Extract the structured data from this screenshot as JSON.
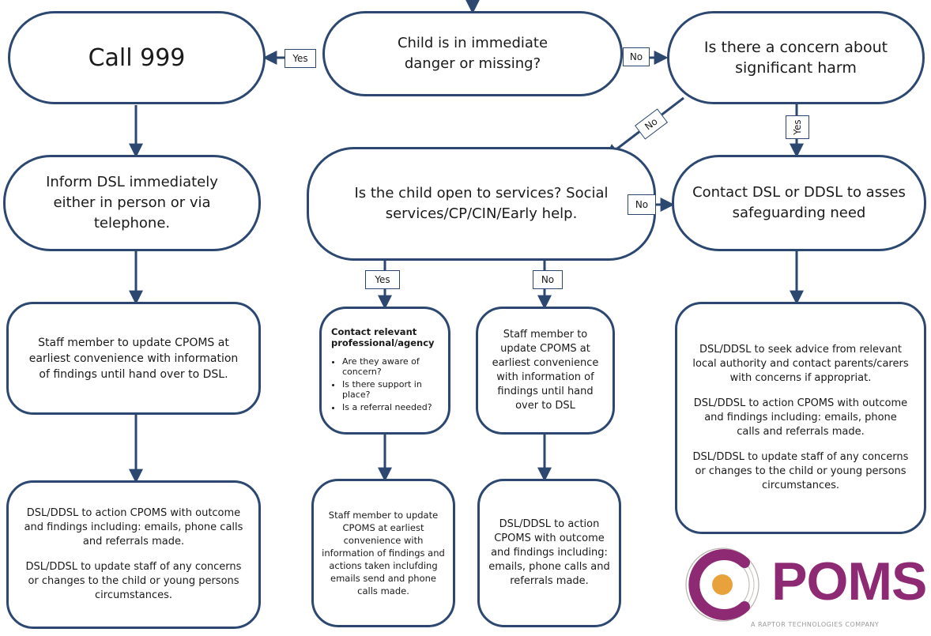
{
  "nodes": {
    "call999": "Call 999",
    "immediate_danger": "Child is in immediate danger or missing?",
    "significant_harm": "Is there a concern about significant harm",
    "inform_dsl": "Inform DSL immediately either in person or via telephone.",
    "open_to_services": "Is the child open to services? Social services/CP/CIN/Early help.",
    "contact_dsl_ddsl": "Contact DSL or DDSL to asses safeguarding need",
    "staff_update_left": "Staff member to update CPOMS at earliest convenience with information of findings until hand over to DSL.",
    "contact_professional_title": "Contact relevant professional/agency",
    "contact_professional_bullets": [
      "Are they aware of concern?",
      "Is there support in place?",
      "Is a referral needed?"
    ],
    "staff_update_mid": "Staff member to update CPOMS at earliest convenience with information of findings until hand over to DSL",
    "seek_advice_p1": "DSL/DDSL to seek advice from relevant local authority and contact parents/carers with concerns if appropriat.",
    "seek_advice_p2": "DSL/DDSL to action CPOMS with outcome and findings including: emails, phone calls and referrals made.",
    "seek_advice_p3": "DSL/DDSL to update staff of any concerns or changes to the child or young persons circumstances.",
    "action_left_p1": "DSL/DDSL to action CPOMS with outcome and findings including: emails, phone calls and referrals made.",
    "action_left_p2": "DSL/DDSL to update staff of any concerns or changes to the child or young persons circumstances.",
    "staff_update_emails": "Staff member to update CPOMS at earliest convenience with information of findings and actions taken inclufding emails send and phone calls made.",
    "action_mid": "DSL/DDSL to action CPOMS with outcome and findings including: emails, phone calls and referrals made."
  },
  "labels": {
    "yes_call999": "Yes",
    "no_significant": "No",
    "no_open_services": "No",
    "yes_contact": "Yes",
    "no_contact_dsl": "No",
    "yes_services": "Yes",
    "no_services": "No"
  },
  "logo": {
    "name": "CPOMS",
    "tagline": "A RAPTOR TECHNOLOGIES COMPANY"
  },
  "colors": {
    "stroke": "#2c4770",
    "logo_purple": "#8e2a73",
    "logo_orange": "#e9a13b"
  }
}
